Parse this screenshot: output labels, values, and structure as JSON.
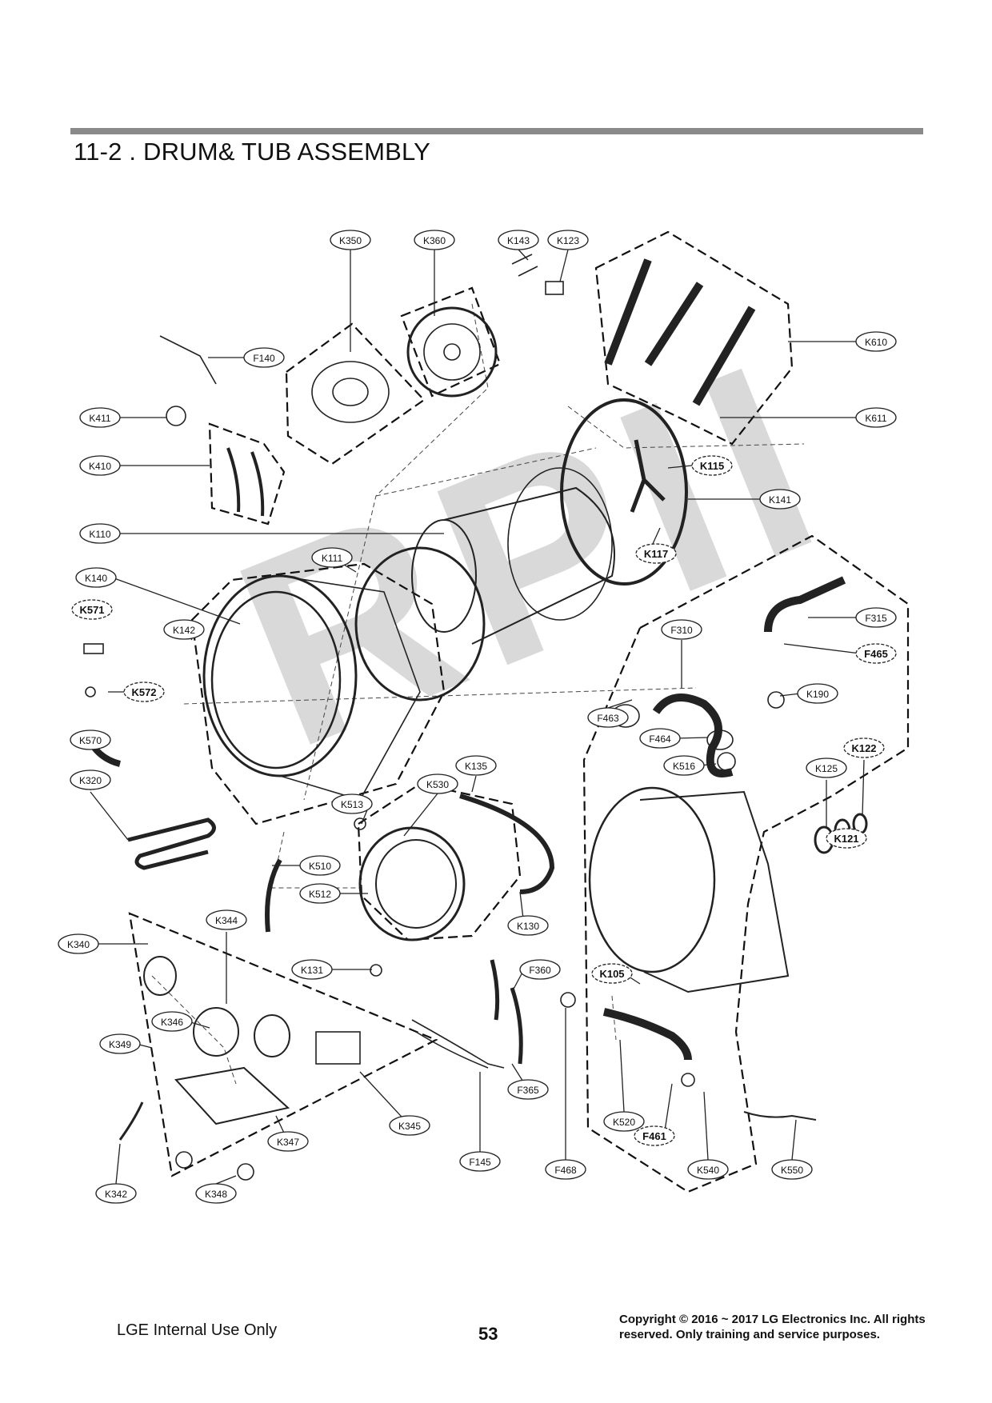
{
  "header": {
    "title": "11-2 .  DRUM& TUB ASSEMBLY"
  },
  "watermark": "RPII",
  "callouts": [
    {
      "id": "K350",
      "label": "K350",
      "bold": false
    },
    {
      "id": "K360",
      "label": "K360",
      "bold": false
    },
    {
      "id": "K143",
      "label": "K143",
      "bold": false
    },
    {
      "id": "K123",
      "label": "K123",
      "bold": false
    },
    {
      "id": "F140",
      "label": "F140",
      "bold": false
    },
    {
      "id": "K610",
      "label": "K610",
      "bold": false
    },
    {
      "id": "K411",
      "label": "K411",
      "bold": false
    },
    {
      "id": "K611",
      "label": "K611",
      "bold": false
    },
    {
      "id": "K410",
      "label": "K410",
      "bold": false
    },
    {
      "id": "K115",
      "label": "K115",
      "bold": true
    },
    {
      "id": "K141",
      "label": "K141",
      "bold": false
    },
    {
      "id": "K110",
      "label": "K110",
      "bold": false
    },
    {
      "id": "K117",
      "label": "K117",
      "bold": true
    },
    {
      "id": "K111",
      "label": "K111",
      "bold": false
    },
    {
      "id": "K140",
      "label": "K140",
      "bold": false
    },
    {
      "id": "K571",
      "label": "K571",
      "bold": true
    },
    {
      "id": "F315",
      "label": "F315",
      "bold": false
    },
    {
      "id": "K142",
      "label": "K142",
      "bold": false
    },
    {
      "id": "F310",
      "label": "F310",
      "bold": false
    },
    {
      "id": "F465",
      "label": "F465",
      "bold": true
    },
    {
      "id": "K572",
      "label": "K572",
      "bold": true
    },
    {
      "id": "K190",
      "label": "K190",
      "bold": false
    },
    {
      "id": "F463",
      "label": "F463",
      "bold": false
    },
    {
      "id": "K570",
      "label": "K570",
      "bold": false
    },
    {
      "id": "F464",
      "label": "F464",
      "bold": false
    },
    {
      "id": "K122",
      "label": "K122",
      "bold": true
    },
    {
      "id": "K135",
      "label": "K135",
      "bold": false
    },
    {
      "id": "K516",
      "label": "K516",
      "bold": false
    },
    {
      "id": "K125",
      "label": "K125",
      "bold": false
    },
    {
      "id": "K320",
      "label": "K320",
      "bold": false
    },
    {
      "id": "K530",
      "label": "K530",
      "bold": false
    },
    {
      "id": "K513",
      "label": "K513",
      "bold": false
    },
    {
      "id": "K121",
      "label": "K121",
      "bold": true
    },
    {
      "id": "K510",
      "label": "K510",
      "bold": false
    },
    {
      "id": "K512",
      "label": "K512",
      "bold": false
    },
    {
      "id": "K344",
      "label": "K344",
      "bold": false
    },
    {
      "id": "K130",
      "label": "K130",
      "bold": false
    },
    {
      "id": "K340",
      "label": "K340",
      "bold": false
    },
    {
      "id": "K131",
      "label": "K131",
      "bold": false
    },
    {
      "id": "F360",
      "label": "F360",
      "bold": false
    },
    {
      "id": "K105",
      "label": "K105",
      "bold": true
    },
    {
      "id": "K346",
      "label": "K346",
      "bold": false
    },
    {
      "id": "K349",
      "label": "K349",
      "bold": false
    },
    {
      "id": "F365",
      "label": "F365",
      "bold": false
    },
    {
      "id": "K520",
      "label": "K520",
      "bold": false
    },
    {
      "id": "K347",
      "label": "K347",
      "bold": false
    },
    {
      "id": "K345",
      "label": "K345",
      "bold": false
    },
    {
      "id": "F461",
      "label": "F461",
      "bold": true
    },
    {
      "id": "F145",
      "label": "F145",
      "bold": false
    },
    {
      "id": "F468",
      "label": "F468",
      "bold": false
    },
    {
      "id": "K540",
      "label": "K540",
      "bold": false
    },
    {
      "id": "K550",
      "label": "K550",
      "bold": false
    },
    {
      "id": "K342",
      "label": "K342",
      "bold": false
    },
    {
      "id": "K348",
      "label": "K348",
      "bold": false
    }
  ],
  "footer": {
    "left": "LGE Internal Use Only",
    "page": "53",
    "copyright_line1": "Copyright © 2016 ~ 2017 LG Electronics Inc. All rights",
    "copyright_line2": "reserved. Only training and service purposes."
  }
}
